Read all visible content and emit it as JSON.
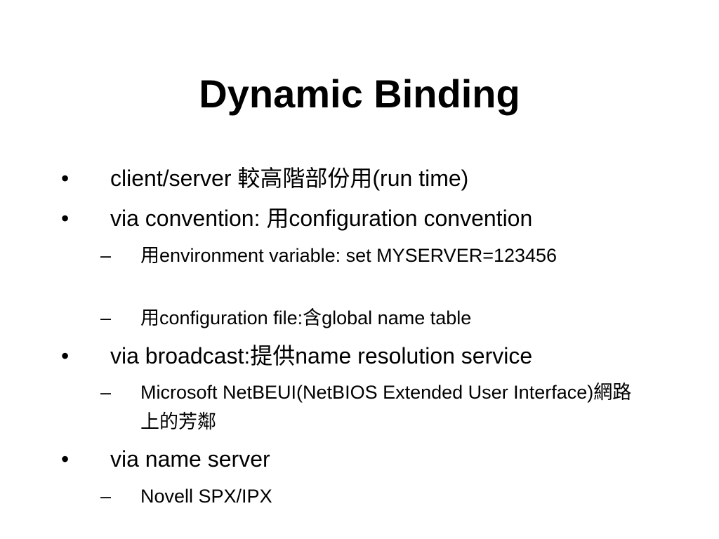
{
  "slide": {
    "title": "Dynamic Binding",
    "bullet_symbol": "•",
    "dash_symbol": "–",
    "items": [
      {
        "text": "client/server 較高階部份用(run time)"
      },
      {
        "text": "via convention: 用configuration convention"
      },
      {
        "text": "用environment variable: set MYSERVER=123456"
      },
      {
        "text": "用configuration file:含global name table"
      },
      {
        "text": "via broadcast:提供name resolution service"
      },
      {
        "text": "Microsoft NetBEUI(NetBIOS Extended User Interface)網路上的芳鄰"
      },
      {
        "text": "via name server"
      },
      {
        "text": "Novell SPX/IPX"
      }
    ]
  }
}
